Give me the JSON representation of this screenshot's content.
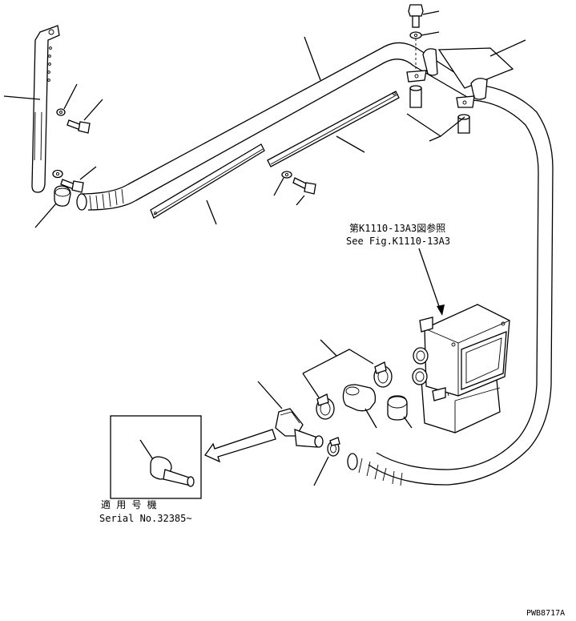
{
  "reference_note": {
    "line1": "第K1110-13A3図参照",
    "line2": "See Fig.K1110-13A3"
  },
  "inset_note": {
    "line1": "適 用 号 機",
    "line2": "Serial No.32385~"
  },
  "drawing_code": "PWB8717A",
  "parts": [
    "stay-bracket",
    "washer-upper",
    "bolt-upper",
    "washer-lower",
    "bolt-lower",
    "grommet",
    "guard-tube",
    "protector-left",
    "protector-right",
    "washer-mid",
    "bolt-mid",
    "bolt-top",
    "washer-top",
    "mount-plate",
    "spacer-collars",
    "clamp-set",
    "hose-band",
    "hose-sleeve",
    "plug-cap",
    "elbow-joint",
    "hose-clip",
    "heater-unit"
  ]
}
